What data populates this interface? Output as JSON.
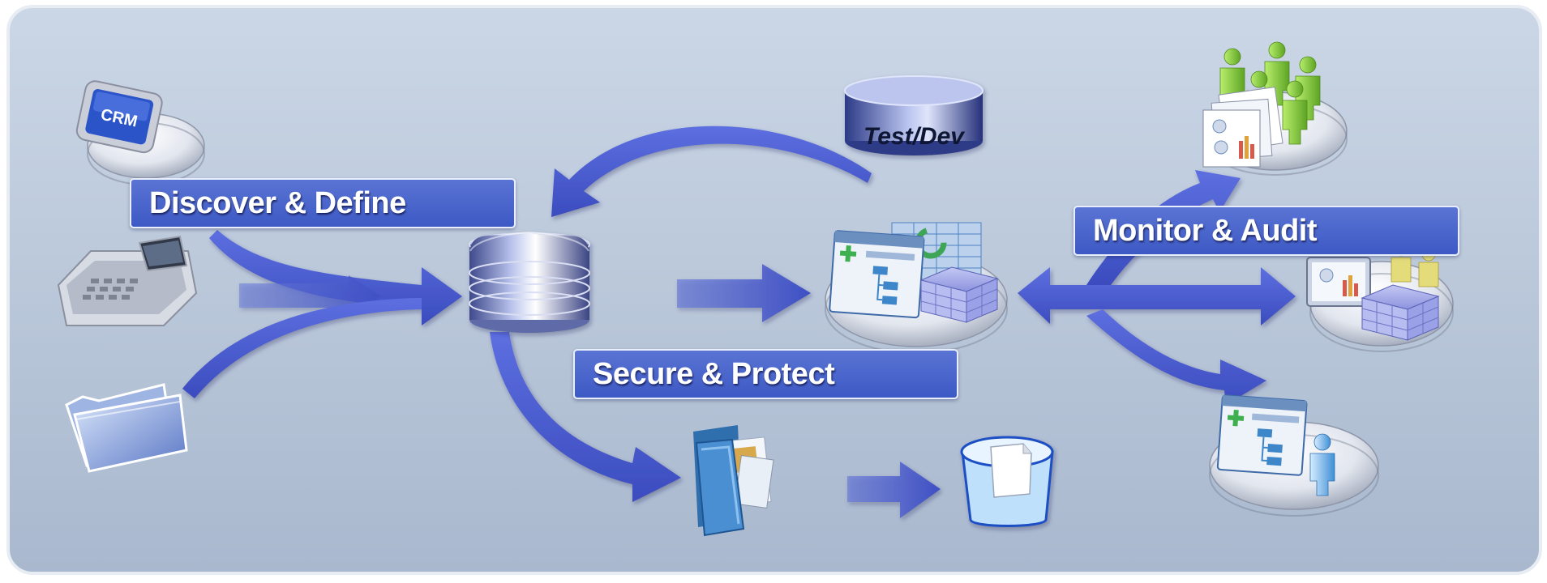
{
  "labels": {
    "discover": "Discover & Define",
    "secure": "Secure & Protect",
    "monitor": "Monitor & Audit"
  },
  "icons": {
    "crm_text": "CRM",
    "testdev_text": "Test/Dev",
    "sources": [
      "crm-monitor-icon",
      "cash-register-icon",
      "folder-icon"
    ],
    "central": "database-stack-icon",
    "testdev": "test-dev-database-icon",
    "app": "application-data-icon",
    "archive": "archive-folder-icon",
    "bin": "recycle-bin-icon",
    "users": "user-group-reports-icon",
    "reports": "reports-table-icon",
    "person_app": "person-application-icon"
  },
  "colors": {
    "background_top": "#c9d5e4",
    "background_bottom": "#a8b7cd",
    "arrow": "#4a5bd0",
    "label": "#4460c8",
    "user_green": "#8fcf3f"
  }
}
